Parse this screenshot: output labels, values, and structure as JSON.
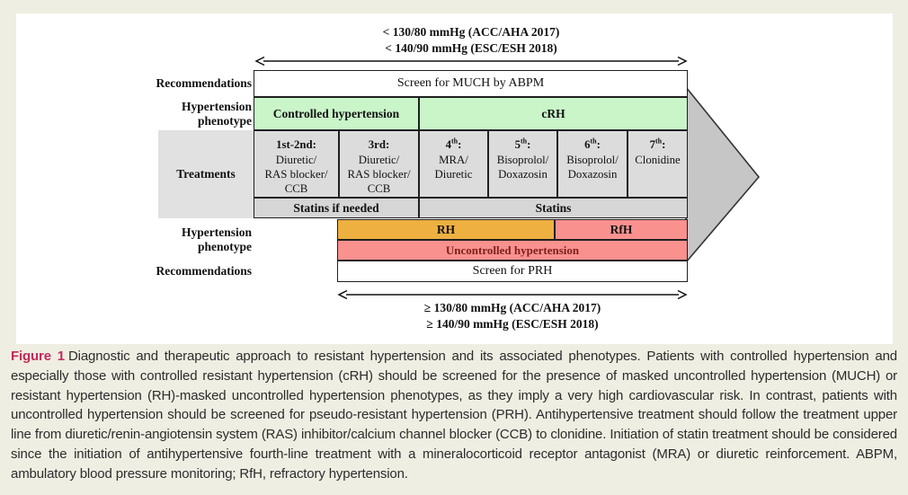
{
  "figure": {
    "top_annotation": {
      "line1": "< 130/80 mmHg (ACC/AHA 2017)",
      "line2": "< 140/90 mmHg (ESC/ESH 2018)"
    },
    "bottom_annotation": {
      "line1": "≥ 130/80 mmHg (ACC/AHA 2017)",
      "line2": "≥ 140/90 mmHg (ESC/ESH 2018)"
    },
    "row_labels": {
      "recommendations_top": "Recommendations",
      "phenotype_top": "Hypertension\nphenotype",
      "treatments": "Treatments",
      "phenotype_bottom": "Hypertension\nphenotype",
      "recommendations_bottom": "Recommendations"
    },
    "recommendation_top": "Screen for MUCH  by ABPM",
    "phenotype_top": {
      "controlled": "Controlled hypertension",
      "crh": "cRH"
    },
    "treatment_columns": [
      {
        "ord": "1st-2nd",
        "sup": "",
        "suffix": ":",
        "drugs": "Diuretic/\nRAS blocker/\nCCB"
      },
      {
        "ord": "3rd",
        "sup": "",
        "suffix": ":",
        "drugs": "Diuretic/\nRAS blocker/\nCCB"
      },
      {
        "ord": "4",
        "sup": "th",
        "suffix": ":",
        "drugs": "MRA/\nDiuretic"
      },
      {
        "ord": "5",
        "sup": "th",
        "suffix": ":",
        "drugs": "Bisoprolol/\nDoxazosin"
      },
      {
        "ord": "6",
        "sup": "th",
        "suffix": ":",
        "drugs": "Bisoprolol/\nDoxazosin"
      },
      {
        "ord": "7",
        "sup": "th",
        "suffix": ":",
        "drugs": "Clonidine"
      }
    ],
    "statins": {
      "left": "Statins if needed",
      "right": "Statins"
    },
    "phenotype_bottom": {
      "rh": "RH",
      "rfh": "RfH",
      "uncontrolled": "Uncontrolled hypertension"
    },
    "recommendation_bottom": "Screen for PRH"
  },
  "caption": {
    "label": "Figure 1",
    "text": "Diagnostic and therapeutic approach to resistant hypertension and its associated phenotypes. Patients with controlled hypertension and especially those with controlled resistant hypertension (cRH) should be screened for the presence of masked uncontrolled hypertension (MUCH) or resistant hypertension (RH)-masked uncontrolled hypertension phenotypes, as they imply a very high cardiovascular risk. In contrast, patients with uncontrolled hypertension should be screened for pseudo-resistant hypertension (PRH). Antihypertensive treatment should follow the treatment upper line from diuretic/renin-angiotensin system (RAS) inhibitor/calcium channel blocker (CCB) to clonidine. Initiation of statin treatment should be considered since the initiation of antihypertensive fourth-line treatment with a mineralocorticoid receptor antagonist (MRA) or diuretic reinforcement. ABPM, ambulatory blood pressure monitoring; RfH, refractory hypertension."
  },
  "colors": {
    "page_background": "#efeee2",
    "panel_background": "#ffffff",
    "phenotype_green": "#c9f5c9",
    "rh_orange": "#edb041",
    "rfh_pink": "#f9918f",
    "treatment_gray": "#dcdcdc",
    "arrow_gray": "#c6c6c6",
    "uncontrolled_text": "#7e201d",
    "figure_label_accent": "#c4295c"
  }
}
